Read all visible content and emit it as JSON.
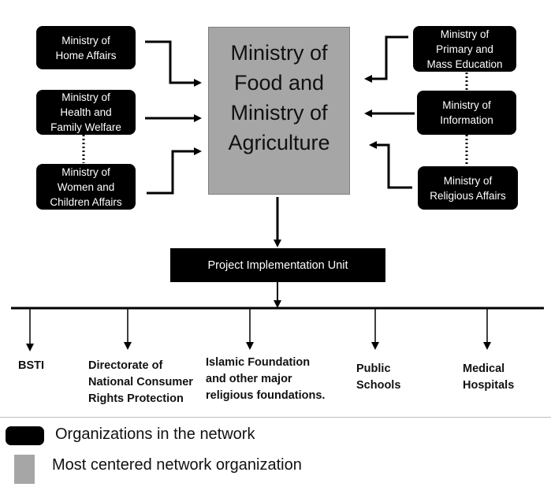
{
  "center_org": {
    "label": "Ministry of\nFood and\nMinistry of\nAgriculture"
  },
  "left_ministries": [
    {
      "label": "Ministry of\nHome Affairs"
    },
    {
      "label": "Ministry of\nHealth and\nFamily Welfare"
    },
    {
      "label": "Ministry of\nWomen and\nChildren Affairs"
    }
  ],
  "right_ministries": [
    {
      "label": "Ministry of\nPrimary and\nMass Education"
    },
    {
      "label": "Ministry of\nInformation"
    },
    {
      "label": "Ministry of\nReligious Affairs"
    }
  ],
  "project_unit": {
    "label": "Project Implementation Unit"
  },
  "organizations": [
    {
      "label": "BSTI"
    },
    {
      "label": "Directorate of\nNational Consumer\nRights Protection"
    },
    {
      "label": "Islamic Foundation\nand other major\nreligious foundations."
    },
    {
      "label": "Public\nSchools"
    },
    {
      "label": "Medical\nHospitals"
    }
  ],
  "legend": {
    "network_label": "Organizations in the network",
    "center_label": "Most centered network organization"
  },
  "colors": {
    "node": "#000000",
    "center": "#a6a6a6",
    "line": "#000000"
  }
}
